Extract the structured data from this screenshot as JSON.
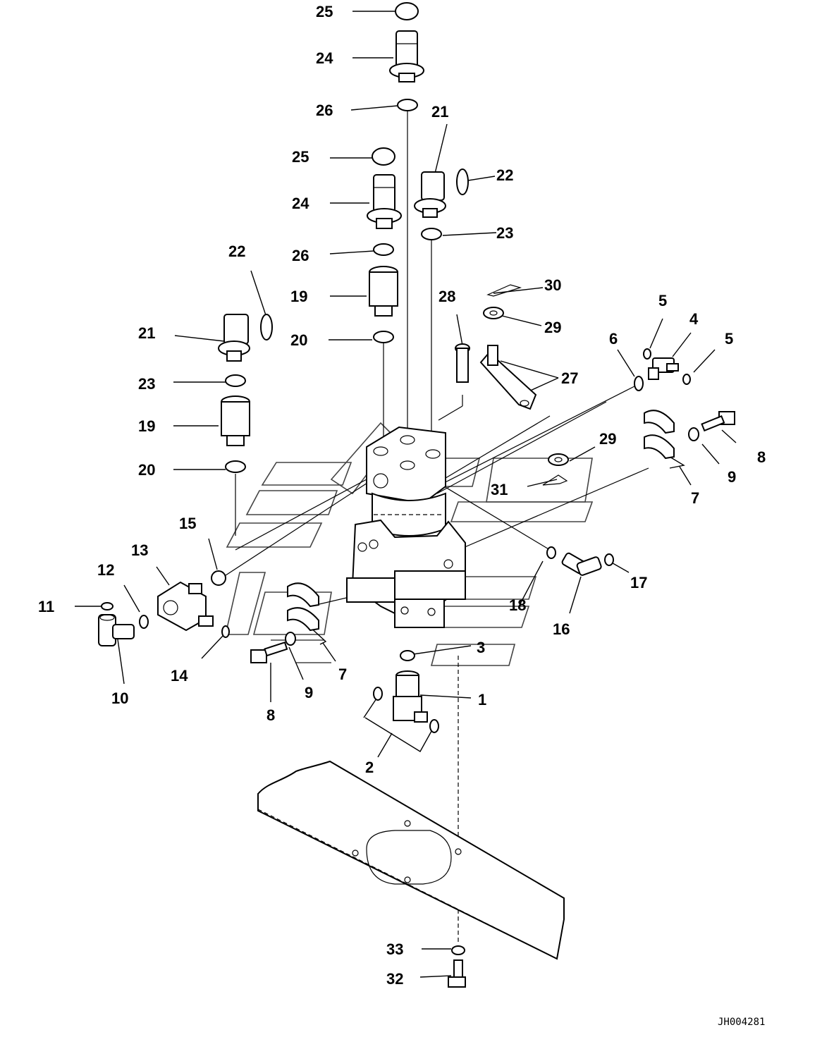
{
  "callouts": [
    "25",
    "24",
    "26",
    "21",
    "22",
    "25",
    "24",
    "23",
    "22",
    "26",
    "19",
    "28",
    "30",
    "29",
    "5",
    "4",
    "5",
    "21",
    "20",
    "6",
    "27",
    "23",
    "19",
    "29",
    "8",
    "20",
    "9",
    "31",
    "7",
    "15",
    "13",
    "12",
    "18",
    "17",
    "11",
    "16",
    "14",
    "3",
    "9",
    "7",
    "1",
    "10",
    "8",
    "2",
    "33",
    "32"
  ],
  "drawing_code": "JH004281",
  "colors": {
    "line": "#000000",
    "background": "#ffffff"
  }
}
